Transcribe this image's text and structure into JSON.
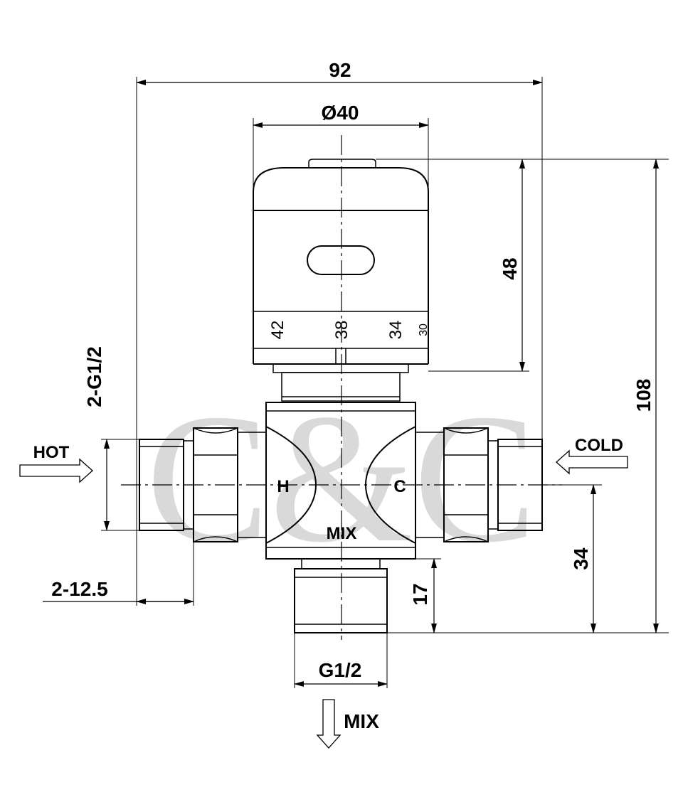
{
  "dimensions": {
    "overall_width": "92",
    "knob_diameter": "Ø40",
    "knob_height": "48",
    "overall_height": "108",
    "inlet_thread": "2-G1/2",
    "inlet_offset": "2-12.5",
    "outlet_height": "17",
    "center_height": "34",
    "outlet_thread": "G1/2"
  },
  "labels": {
    "hot": "HOT",
    "cold": "COLD",
    "mix_arrow": "MIX",
    "body_mix": "MIX",
    "h": "H",
    "c": "C"
  },
  "scale": [
    "42",
    "38",
    "34",
    "30"
  ],
  "watermark": "C&C"
}
